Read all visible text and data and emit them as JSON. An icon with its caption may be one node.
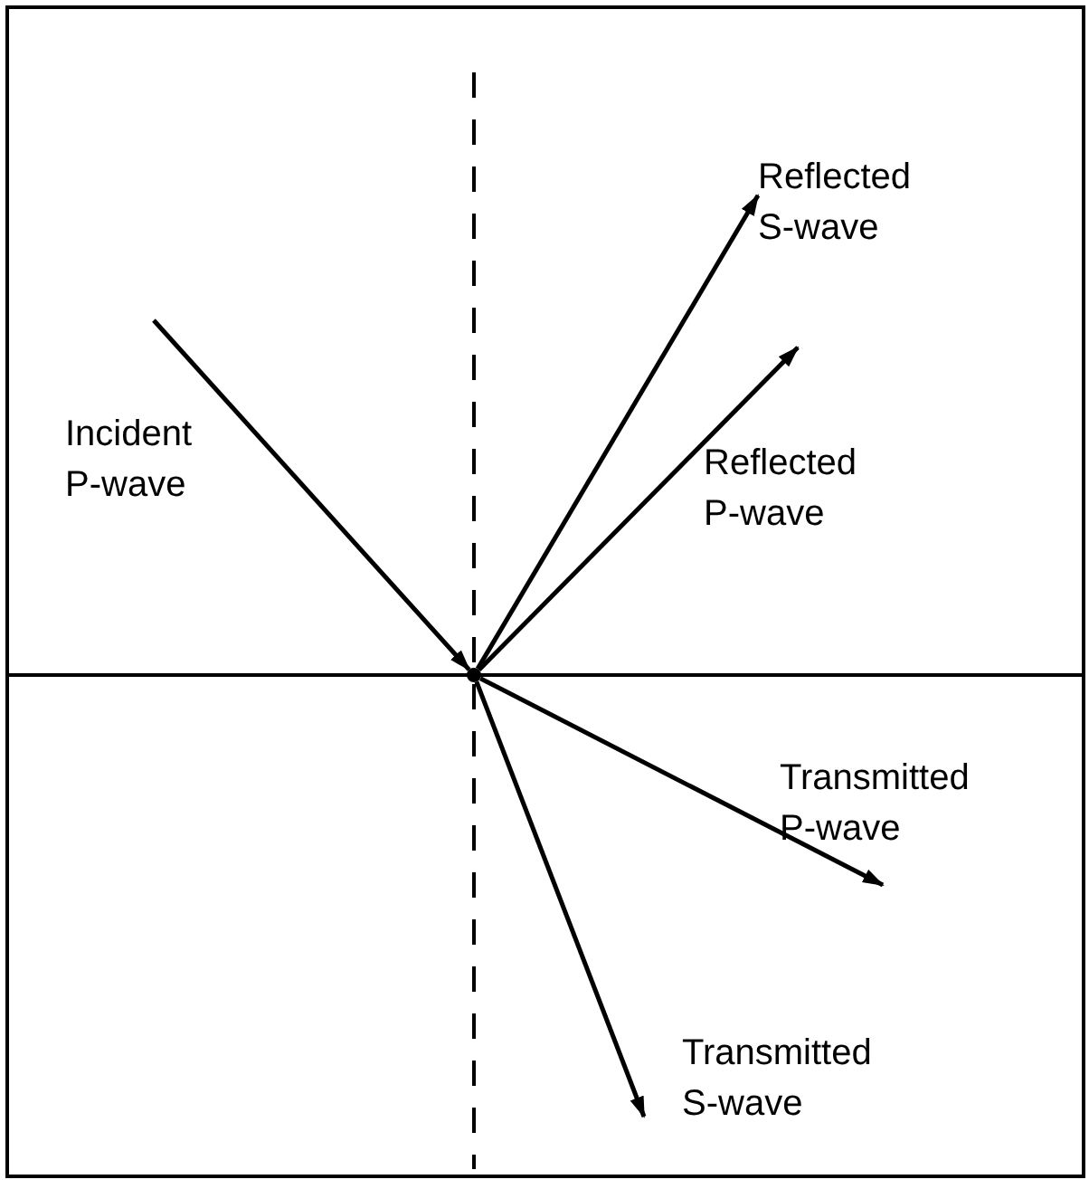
{
  "diagram": {
    "nodes": [
      {
        "text": [
          "Incident P-wave"
        ]
      },
      {
        "text": [
          "Reflected S-wave"
        ]
      },
      {
        "text": [
          "Reflected P-wave"
        ]
      },
      {
        "text": [
          "Transmitted P-wave"
        ]
      },
      {
        "text": [
          "Transmitted S-wave"
        ]
      },
      {
        "text": [],
        "shape": "dot"
      }
    ],
    "edges": [
      {
        "from": 0,
        "to": 5,
        "arrow": "to"
      },
      {
        "from": 5,
        "to": 1,
        "arrow": "to"
      },
      {
        "from": 5,
        "to": 2,
        "arrow": "to"
      },
      {
        "from": 5,
        "to": 3,
        "arrow": "to"
      },
      {
        "from": 5,
        "to": 4,
        "arrow": "to"
      }
    ]
  }
}
